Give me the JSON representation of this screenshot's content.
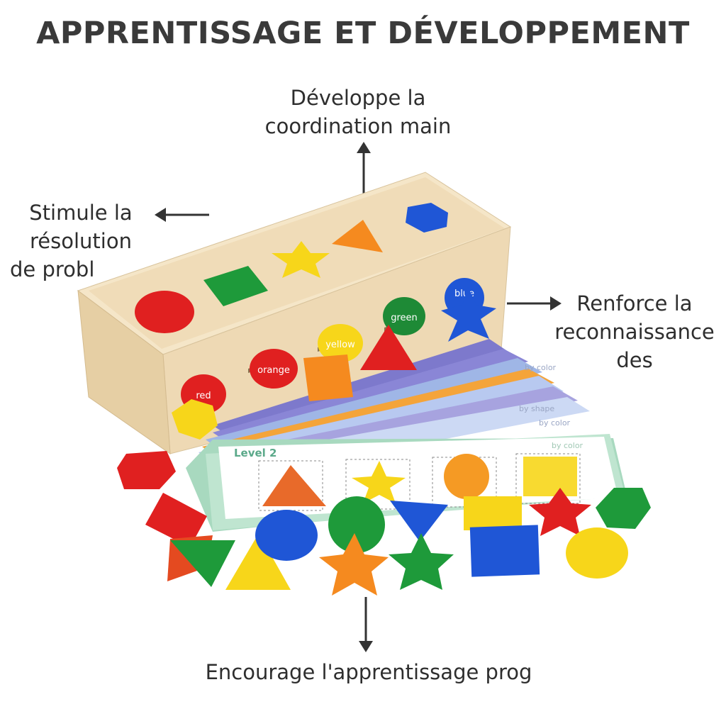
{
  "title": "APPRENTISSAGE ET DÉVELOPPEMENT",
  "benefits": {
    "top": [
      "Développe la",
      "coordination main"
    ],
    "left": [
      "Stimule la",
      "résolution",
      "de probl"
    ],
    "right": [
      "Renforce la",
      "reconnaissance",
      "des"
    ],
    "bottom": [
      "Encourage l'apprentissage prog"
    ]
  },
  "product": {
    "box_color_labels": [
      "red",
      "orange",
      "yellow",
      "green",
      "blue"
    ],
    "card_level": "Level 2",
    "card_mode_labels": [
      "by color",
      "by shape",
      "by color",
      "by color"
    ]
  },
  "colors": {
    "red": "#e02020",
    "orange": "#f07a18",
    "yellow": "#f7d61a",
    "green": "#1e9a3a",
    "blue": "#1f56d6",
    "wood": "#f1dfbf",
    "card_border": "#a8d9bf",
    "text": "#2e2e2e"
  },
  "icons": [
    "arrow-up-icon",
    "arrow-left-icon",
    "arrow-right-icon",
    "arrow-down-icon"
  ]
}
